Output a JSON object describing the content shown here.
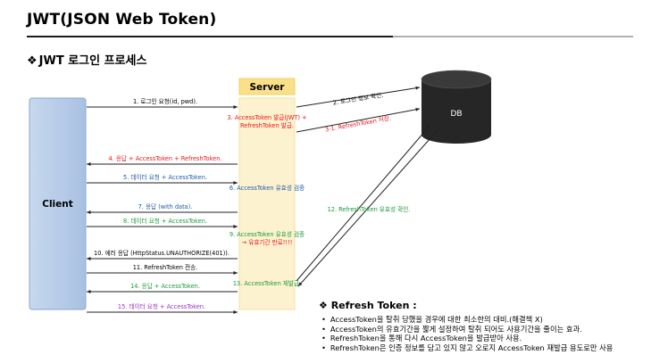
{
  "header": {
    "title": "JWT(JSON Web Token)",
    "subtitle_bullet": "❖",
    "subtitle": "JWT 로그인 프로세스"
  },
  "actors": {
    "client": "Client",
    "server": "Server",
    "db": "DB"
  },
  "messages": [
    {
      "text": "1. 로그인 요청(id, pwd).",
      "color": "#000000"
    },
    {
      "text": "2. 로그인 정보 확인.",
      "color": "#000000"
    },
    {
      "text": "3. AccessToken 발급(JWT) +",
      "color": "#e8141b"
    },
    {
      "text": "RefreshToken 발급.",
      "color": "#e8141b"
    },
    {
      "text": "3-1. RefreshToken 저장.",
      "color": "#e8141b"
    },
    {
      "text": "4. 응답 + AccessToken + RefreshToken.",
      "color": "#e8141b"
    },
    {
      "text": "5. 데이터 요청 + AccessToken.",
      "color": "#1f5aa6"
    },
    {
      "text": "6. AccessToken 유효성 검증",
      "color": "#1f5aa6"
    },
    {
      "text": "7. 응답 (with data).",
      "color": "#1f5aa6"
    },
    {
      "text": "8. 데이터 요청 + AccessToken.",
      "color": "#1a9a3a"
    },
    {
      "text": "9. AccessToken 유효성 검증",
      "color": "#1a9a3a"
    },
    {
      "text": "→ 유효기간 만료!!!!",
      "color": "#e8141b"
    },
    {
      "text": "10. 에러 응답 (HttpStatus.UNAUTHORIZE(401)).",
      "color": "#000000"
    },
    {
      "text": "11. RefreshToken 전송.",
      "color": "#000000"
    },
    {
      "text": "12. RefreshToken 유효성 확인.",
      "color": "#1a9a3a"
    },
    {
      "text": "13. AccessToken 재발급.",
      "color": "#1a9a3a"
    },
    {
      "text": "14. 응답 + AccessToken.",
      "color": "#1a9a3a"
    },
    {
      "text": "15. 데이터 요청 + AccessToken.",
      "color": "#9b30c8"
    }
  ],
  "refresh_token": {
    "title": "❖  Refresh Token :",
    "items": [
      "AccessToken을 탈취 당했을 경우에 대한 최소한의 대비.(해결책 X)",
      "AccessToken의 유효기간을 짧게 설정하여 탈취 되어도 사용기간을 줄이는 효과.",
      "RefreshToken을 통해 다시 AccessToken을 발급받아 사용.",
      "RefreshToken은 인증 정보를 담고 있지 않고 오로지 AccessToken 재발급 용도로만 사용"
    ]
  },
  "colors": {
    "client_fill": "#b7cde8",
    "server_fill": "#fdf2cf",
    "server_label_fill": "#fbe08a",
    "db_fill": "#262626",
    "red": "#e8141b",
    "blue": "#1f5aa6",
    "green": "#1a9a3a",
    "purple": "#9b30c8"
  }
}
